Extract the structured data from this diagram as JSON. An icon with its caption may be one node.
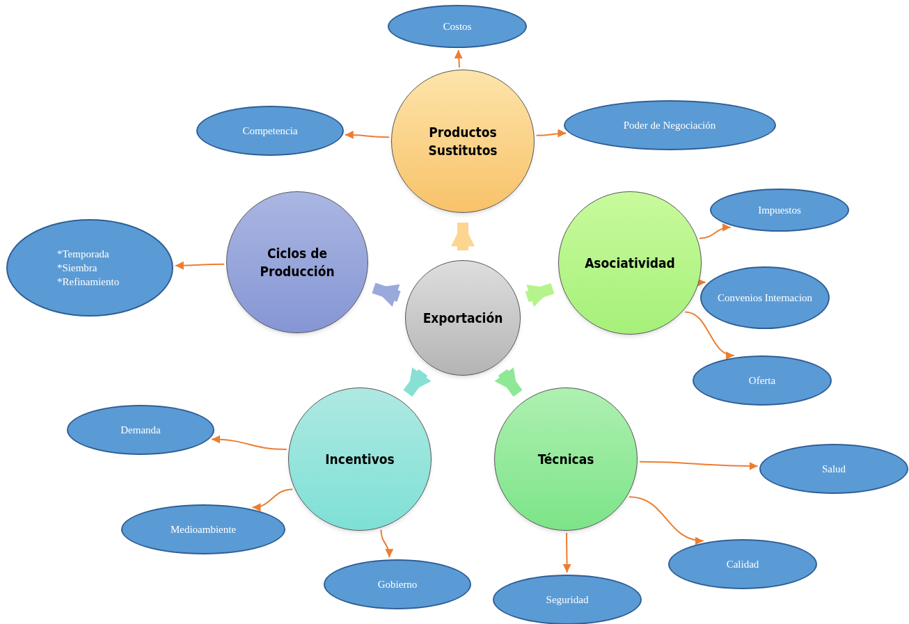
{
  "diagram": {
    "nodes": [
      {
        "text": [
          "Productos Sustitutos"
        ]
      },
      {
        "text": [
          "Costos"
        ]
      },
      {
        "text": [
          "Competencia"
        ]
      },
      {
        "text": [
          "Poder de Negociación"
        ]
      },
      {
        "text": [
          "Ciclos de Producción"
        ]
      },
      {
        "text": [
          "*Temporada",
          "*Siembra",
          "*Refinamiento"
        ]
      },
      {
        "text": [
          "Exportación"
        ]
      },
      {
        "text": [
          "Asociatividad"
        ]
      },
      {
        "text": [
          "Impuestos"
        ]
      },
      {
        "text": [
          "Convenios Internacion"
        ]
      },
      {
        "text": [
          "Oferta"
        ]
      },
      {
        "text": [
          "Incentivos"
        ]
      },
      {
        "text": [
          "Técnicas"
        ]
      },
      {
        "text": [
          "Demanda"
        ]
      },
      {
        "text": [
          "Medioambiente"
        ]
      },
      {
        "text": [
          "Gobierno"
        ]
      },
      {
        "text": [
          "Salud"
        ]
      },
      {
        "text": [
          "Calidad"
        ]
      },
      {
        "text": [
          "Seguridad"
        ]
      }
    ],
    "edges": [
      {
        "from": 6,
        "to": 0,
        "arrow": "to",
        "style": "thick",
        "color": "#fcd590"
      },
      {
        "from": 6,
        "to": 4,
        "arrow": "to",
        "style": "thick",
        "color": "#9aa9dc"
      },
      {
        "from": 6,
        "to": 7,
        "arrow": "to",
        "style": "thick",
        "color": "#b5f48c"
      },
      {
        "from": 6,
        "to": 11,
        "arrow": "to",
        "style": "thick",
        "color": "#86e0d4"
      },
      {
        "from": 6,
        "to": 12,
        "arrow": "to",
        "style": "thick",
        "color": "#8ee896"
      },
      {
        "from": 0,
        "to": 1,
        "arrow": "to"
      },
      {
        "from": 0,
        "to": 2,
        "arrow": "to"
      },
      {
        "from": 0,
        "to": 3,
        "arrow": "to"
      },
      {
        "from": 4,
        "to": 5,
        "arrow": "to"
      },
      {
        "from": 7,
        "to": 8,
        "arrow": "to"
      },
      {
        "from": 7,
        "to": 9,
        "arrow": "to"
      },
      {
        "from": 7,
        "to": 10,
        "arrow": "to"
      },
      {
        "from": 11,
        "to": 13,
        "arrow": "to"
      },
      {
        "from": 11,
        "to": 14,
        "arrow": "to"
      },
      {
        "from": 11,
        "to": 15,
        "arrow": "to"
      },
      {
        "from": 12,
        "to": 16,
        "arrow": "to"
      },
      {
        "from": 12,
        "to": 17,
        "arrow": "to"
      },
      {
        "from": 12,
        "to": 18,
        "arrow": "to"
      }
    ]
  }
}
